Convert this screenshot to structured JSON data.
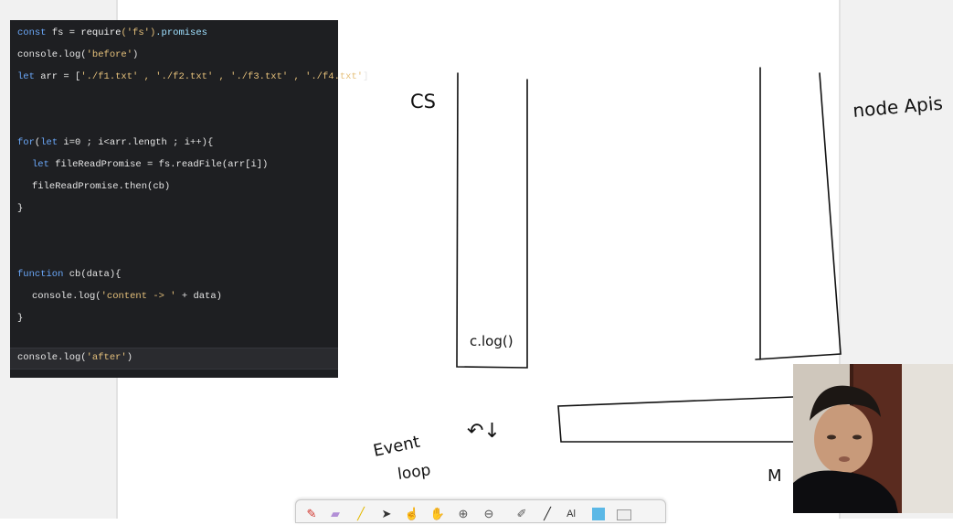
{
  "code": {
    "line1": {
      "kw": "const",
      "a": " fs = ",
      "fn": "require",
      "s": "('fs')",
      "b": ".promises"
    },
    "line2": {
      "a": "console.log(",
      "s": "'before'",
      "b": ")"
    },
    "line3": {
      "kw": "let",
      "a": " arr = [",
      "s": "'./f1.txt' , './f2.txt' , './f3.txt' , './f4.txt'",
      "b": "]"
    },
    "line4": {
      "kw": "for",
      "a": "(",
      "kw2": "let",
      "b": " i=0 ; i<arr.length ; i++){"
    },
    "line5": {
      "kw": "let",
      "a": " fileReadPromise = fs.readFile(arr[i])"
    },
    "line6": {
      "a": "fileReadPromise.then(cb)"
    },
    "line7": {
      "a": "}"
    },
    "line8": {
      "kw": "function",
      "a": " cb(data){"
    },
    "line9": {
      "a": "console.log(",
      "s": "'content -> '",
      "b": " + data)"
    },
    "line10": {
      "a": "}"
    },
    "line11": {
      "a": "console.log(",
      "s": "'after'",
      "b": ")"
    }
  },
  "board": {
    "cs_label": "CS",
    "clog_label": "c.log()",
    "node_apis_label": "node Apis",
    "event_label": "Event",
    "loop_label": "loop",
    "arrows_label": "↶↓",
    "queue_label": "M"
  },
  "toolbar": {
    "tools": [
      "pen-tool",
      "eraser-tool",
      "highlighter-tool",
      "pointer-tool",
      "select-tool",
      "hand-tool",
      "zoom-in-tool",
      "zoom-out-tool",
      "marker-tool",
      "line-tool",
      "text-tool",
      "color-tool",
      "menu-tool"
    ],
    "text_tool_label": "Al"
  },
  "colors": {
    "code_bg": "#1e1f22",
    "keyword": "#6aa7f8",
    "string": "#e5c07b",
    "board_bg": "#ffffff",
    "ink": "#111111"
  }
}
